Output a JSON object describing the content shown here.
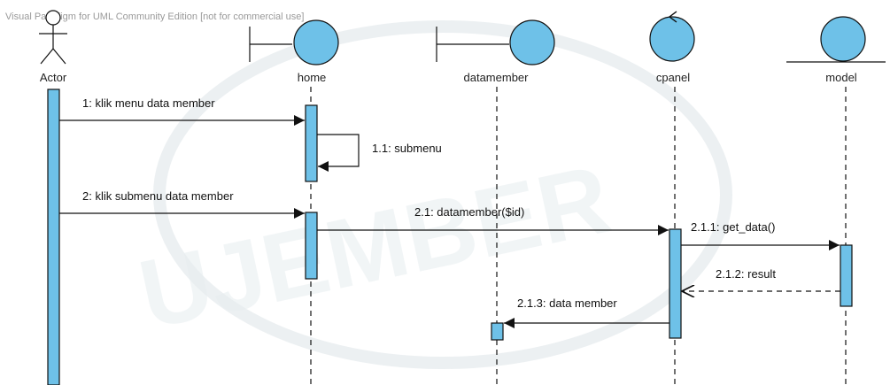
{
  "watermark_text": "Visual Paradigm for UML Community Edition [not for commercial use]",
  "background_mark": "UJEMBER",
  "lifelines": [
    {
      "id": "actor",
      "name": "Actor",
      "kind": "actor"
    },
    {
      "id": "home",
      "name": "home",
      "kind": "boundary"
    },
    {
      "id": "datamember",
      "name": "datamember",
      "kind": "boundary"
    },
    {
      "id": "cpanel",
      "name": "cpanel",
      "kind": "control"
    },
    {
      "id": "model",
      "name": "model",
      "kind": "entity"
    }
  ],
  "messages": [
    {
      "label": "1: klik menu data member",
      "from": "actor",
      "to": "home",
      "style": "sync"
    },
    {
      "label": "1.1: submenu",
      "from": "home",
      "to": "home",
      "style": "self"
    },
    {
      "label": "2: klik submenu data member",
      "from": "actor",
      "to": "home",
      "style": "sync"
    },
    {
      "label": "2.1: datamember($id)",
      "from": "home",
      "to": "cpanel",
      "style": "sync"
    },
    {
      "label": "2.1.1: get_data()",
      "from": "cpanel",
      "to": "model",
      "style": "sync"
    },
    {
      "label": "2.1.2: result",
      "from": "model",
      "to": "cpanel",
      "style": "return"
    },
    {
      "label": "2.1.3: data member",
      "from": "cpanel",
      "to": "datamember",
      "style": "sync"
    }
  ],
  "colors": {
    "fill": "#6ec1e8",
    "stroke": "#111111"
  }
}
